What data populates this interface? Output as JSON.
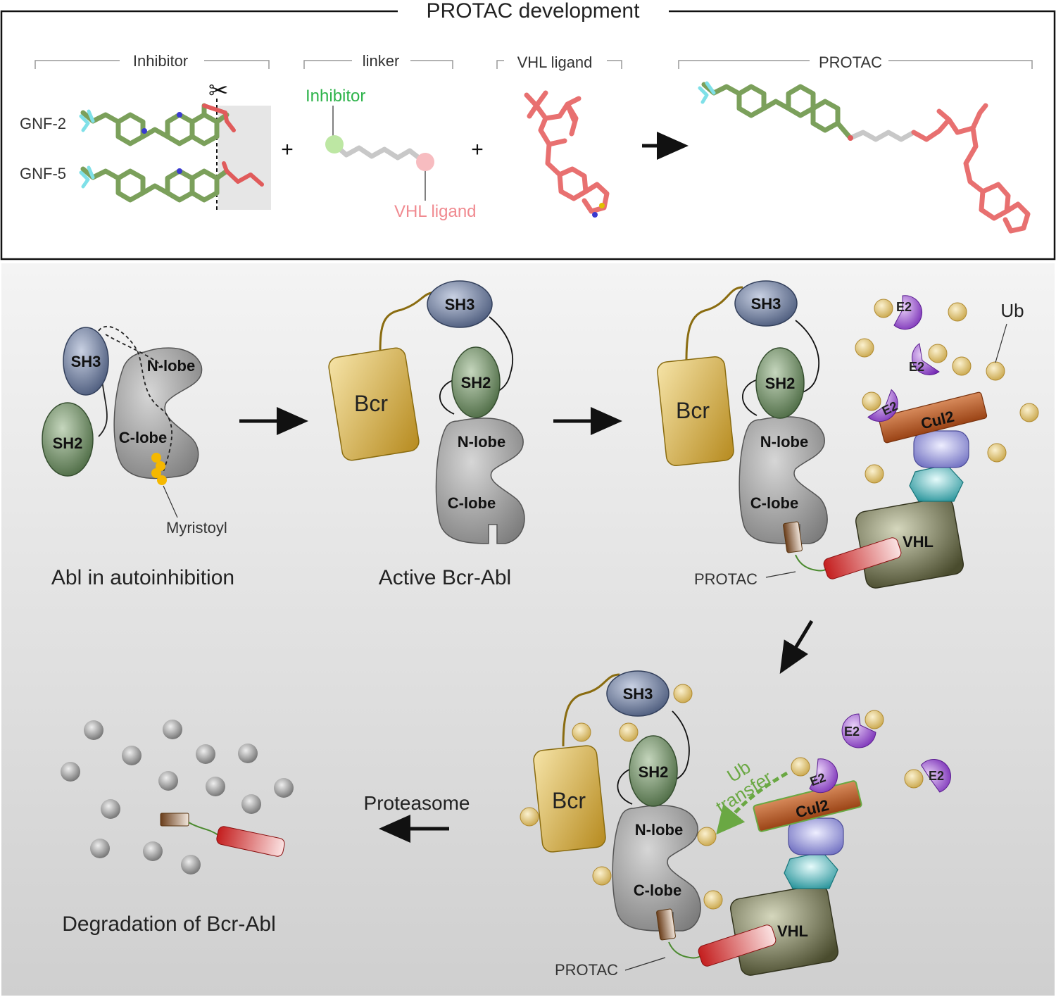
{
  "top_panel": {
    "title": "PROTAC development",
    "inhibitor_label": "Inhibitor",
    "compound_1": "GNF-2",
    "compound_2": "GNF-5",
    "linker_label": "linker",
    "linker_inhibitor_tag": "Inhibitor",
    "linker_vhl_tag": "VHL ligand",
    "vhl_label": "VHL ligand",
    "protac_label": "PROTAC",
    "plus": "+",
    "colors": {
      "inhibitor": "#7ba05b",
      "vhl": "#e87070",
      "linker": "#c8c8c8",
      "green_text": "#2db34a",
      "pink_text": "#f08a90"
    }
  },
  "bottom_panel": {
    "stage1": {
      "sh3": "SH3",
      "sh2": "SH2",
      "nlobe": "N-lobe",
      "clobe": "C-lobe",
      "myristoyl": "Myristoyl",
      "caption": "Abl in autoinhibition"
    },
    "stage2": {
      "bcr": "Bcr",
      "sh3": "SH3",
      "sh2": "SH2",
      "nlobe": "N-lobe",
      "clobe": "C-lobe",
      "caption": "Active Bcr-Abl"
    },
    "stage3": {
      "bcr": "Bcr",
      "sh3": "SH3",
      "sh2": "SH2",
      "nlobe": "N-lobe",
      "clobe": "C-lobe",
      "protac": "PROTAC",
      "vhl": "VHL",
      "cul2": "Cul2",
      "e2": "E2",
      "ub": "Ub"
    },
    "stage4": {
      "bcr": "Bcr",
      "sh3": "SH3",
      "sh2": "SH2",
      "nlobe": "N-lobe",
      "clobe": "C-lobe",
      "protac": "PROTAC",
      "vhl": "VHL",
      "cul2": "Cul2",
      "e2": "E2",
      "ub_transfer_1": "Ub",
      "ub_transfer_2": "transfer"
    },
    "stage5": {
      "proteasome": "Proteasome",
      "caption": "Degradation of Bcr-Abl"
    },
    "colors": {
      "sh3": "#6f7fa0",
      "sh2": "#6e8e64",
      "kinase": "#9a9a9a",
      "bcr": "#d4aa3a",
      "ub": "#e6cd86",
      "e2": "#8a3cc8",
      "cul2": "#b35a2a",
      "vhl": "#5d5f3e",
      "rbx": "#8a8ad0",
      "elongin": "#2aa0a8",
      "protac_red": "#c41e1e",
      "myristoyl": "#f5b800"
    }
  }
}
